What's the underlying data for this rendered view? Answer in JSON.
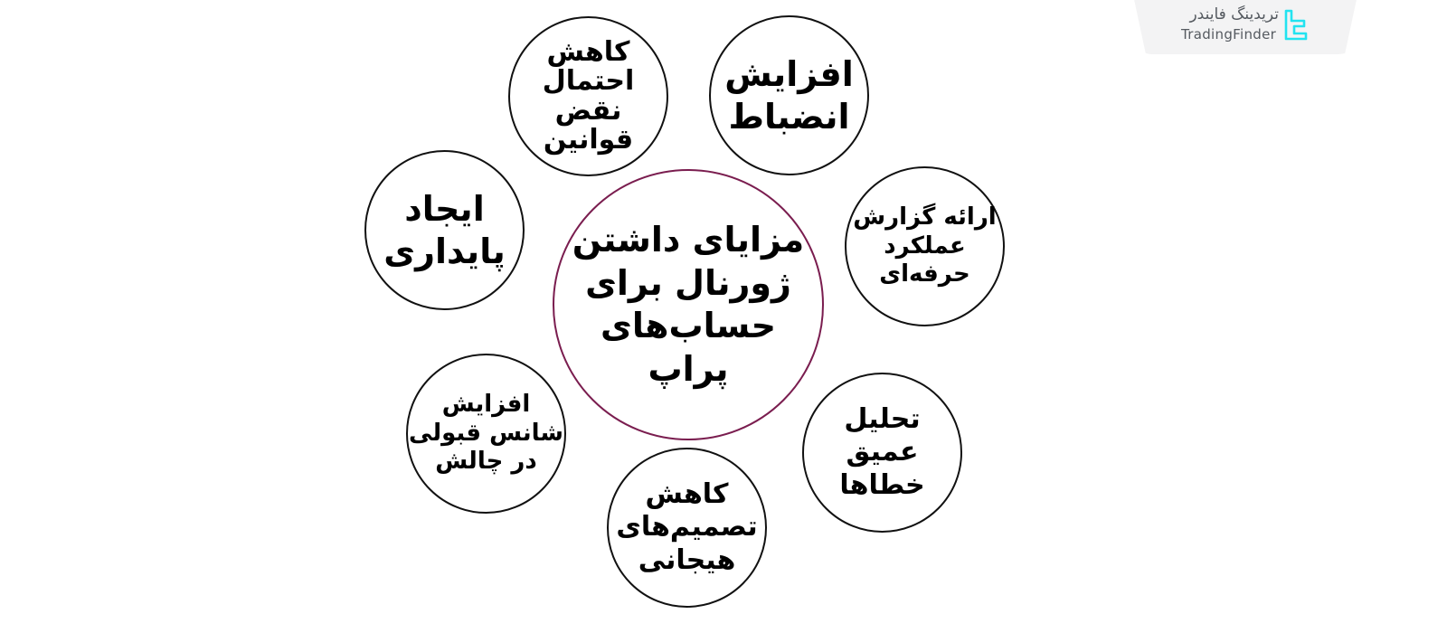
{
  "brand": {
    "name_fa": "تریدینگ فایندر",
    "name_en": "TradingFinder",
    "icon": "tradingfinder-logo-icon",
    "accent_color": "#22e3f0"
  },
  "diagram": {
    "center": {
      "label": "مزایای داشتن\nژورنال برای\nحساب‌های پراپ",
      "border_color": "#7a1d4f"
    },
    "nodes": [
      {
        "id": "reduce-rule-violation",
        "label": "کاهش\nاحتمال\nنقض\nقوانین"
      },
      {
        "id": "increase-discipline",
        "label": "افزایش\nانضباط"
      },
      {
        "id": "professional-report",
        "label": "ارائه گزارش\nعملکرد\nحرفه‌ای"
      },
      {
        "id": "deep-error-analysis",
        "label": "تحلیل\nعمیق خطاها"
      },
      {
        "id": "reduce-emotional-decisions",
        "label": "کاهش\nتصمیم‌های\nهیجانی"
      },
      {
        "id": "increase-challenge-pass",
        "label": "افزایش\nشانس قبولی\nدر چالش"
      },
      {
        "id": "create-stability",
        "label": "ایجاد\nپایداری"
      }
    ],
    "node_border_color": "#111111"
  }
}
